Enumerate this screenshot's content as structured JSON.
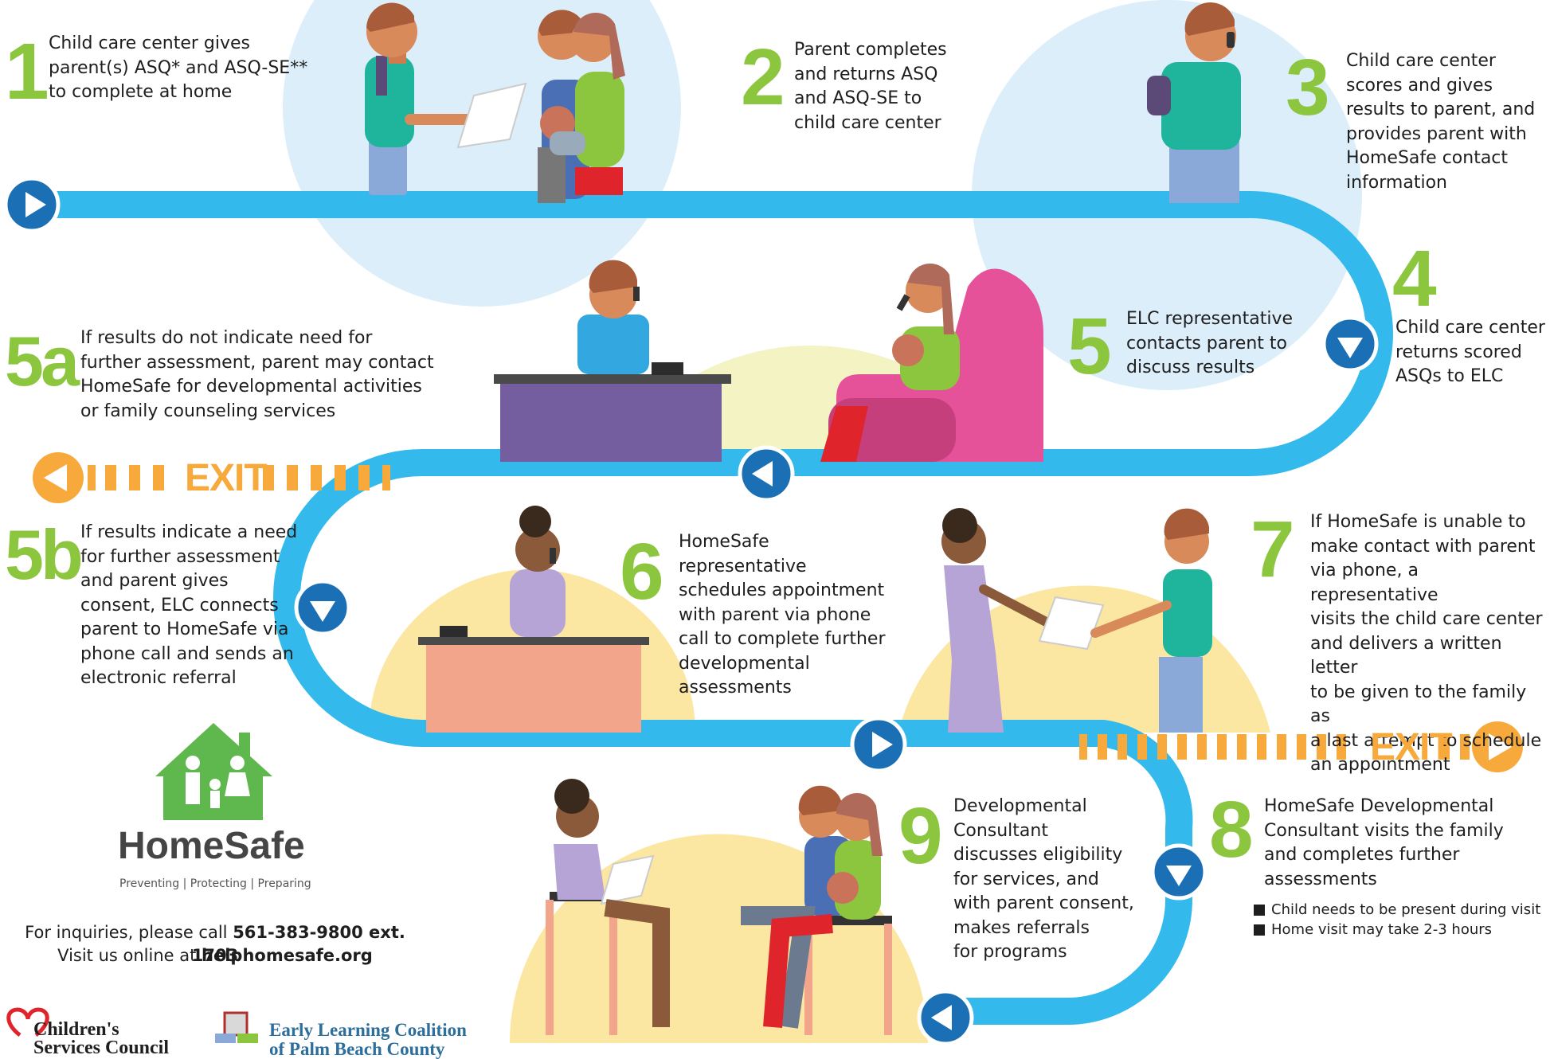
{
  "steps": [
    {
      "number": "1",
      "text": [
        "Child care center gives",
        "parent(s) ASQ* and ASQ-SE**",
        "to complete at home"
      ]
    },
    {
      "number": "2",
      "text": [
        "Parent completes",
        "and returns ASQ",
        "and ASQ-SE to",
        "child care center"
      ]
    },
    {
      "number": "3",
      "text": [
        "Child care center",
        "scores and gives",
        "results to parent, and",
        "provides parent with",
        "HomeSafe contact",
        "information"
      ]
    },
    {
      "number": "4",
      "text": [
        "Child care center",
        "returns scored",
        "ASQs to ELC"
      ]
    },
    {
      "number": "5",
      "text": [
        "ELC representative",
        "contacts parent to",
        "discuss results"
      ]
    },
    {
      "number": "5a",
      "text": [
        "If results do not indicate need for",
        "further assessment, parent may contact",
        "HomeSafe for developmental activities",
        "or family counseling services"
      ]
    },
    {
      "number": "5b",
      "text": [
        "If results indicate a need",
        "for further assessment",
        "and parent gives",
        "consent, ELC connects",
        "parent to HomeSafe via",
        "phone call and sends an",
        "electronic referral"
      ]
    },
    {
      "number": "6",
      "text": [
        "HomeSafe",
        "representative",
        "schedules appointment",
        "with parent via phone",
        "call to complete further",
        "developmental",
        "assessments"
      ]
    },
    {
      "number": "7",
      "text": [
        "If HomeSafe is unable to",
        "make contact with parent",
        "via phone, a representative",
        "visits the child care center",
        "and delivers a written letter",
        "to be given to the family as",
        "a last attempt to schedule",
        "an appointment"
      ]
    },
    {
      "number": "8",
      "text": [
        "HomeSafe Developmental",
        "Consultant visits the family",
        "and completes further",
        "assessments"
      ]
    },
    {
      "number": "9",
      "text": [
        "Developmental",
        "Consultant",
        "discusses eligibility",
        "for services, and",
        "with parent consent,",
        "makes referrals",
        "for programs"
      ]
    }
  ],
  "exit_label": "EXIT",
  "step8_notes": [
    "Child needs to be present during visit",
    "Home visit may take 2-3 hours"
  ],
  "logo": {
    "name": "HomeSafe",
    "tagline": "Preventing | Protecting | Preparing"
  },
  "contact": {
    "line1_prefix": "For inquiries, please call ",
    "phone": "561-383-9800 ext. 1703",
    "line2_prefix": "Visit us online at ",
    "website": "helphomesafe.org"
  },
  "partners": {
    "childrens_services_1": "Children's",
    "childrens_services_2": "Services Council",
    "elc_1": "Early Learning Coalition",
    "elc_2": "of Palm Beach County"
  },
  "colors": {
    "path": "#33b9ec",
    "node": "#1a6fb5",
    "number": "#8cc63f",
    "exit": "#f7a93b"
  }
}
